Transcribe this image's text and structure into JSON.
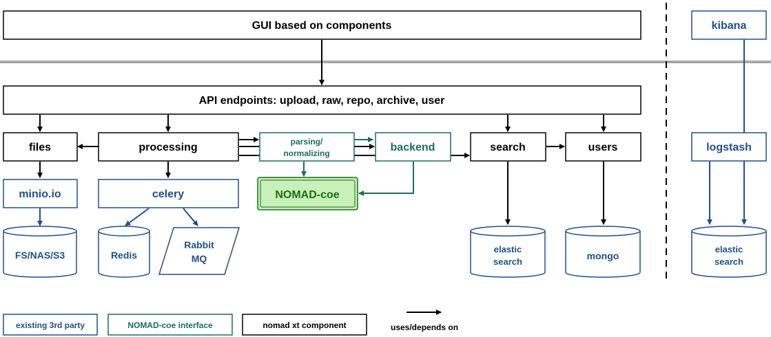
{
  "colors": {
    "black": "#000000",
    "blue": "#1f4f8a",
    "teal": "#1b6b5e",
    "green_text": "#1a6e1a",
    "green_fill": "#c8f0b8",
    "separator": "#a8a8a8"
  },
  "nodes": {
    "gui": "GUI based on components",
    "kibana": "kibana",
    "api": "API endpoints: upload, raw, repo, archive, user",
    "files": "files",
    "processing": "processing",
    "parsing_line1": "parsing/",
    "parsing_line2": "normalizing",
    "backend": "backend",
    "search": "search",
    "users": "users",
    "logstash": "logstash",
    "minio": "minio.io",
    "celery": "celery",
    "nomad_coe": "NOMAD-coe",
    "fs": "FS/NAS/S3",
    "redis": "Redis",
    "rabbit_line1": "Rabbit",
    "rabbit_line2": "MQ",
    "elastic1_line1": "elastic",
    "elastic1_line2": "search",
    "mongo": "mongo",
    "elastic2_line1": "elastic",
    "elastic2_line2": "search"
  },
  "legend": {
    "third_party": "existing 3rd party",
    "nomad_interface": "NOMAD-coe interface",
    "xt_component": "nomad xt component",
    "uses": "uses/depends on"
  }
}
